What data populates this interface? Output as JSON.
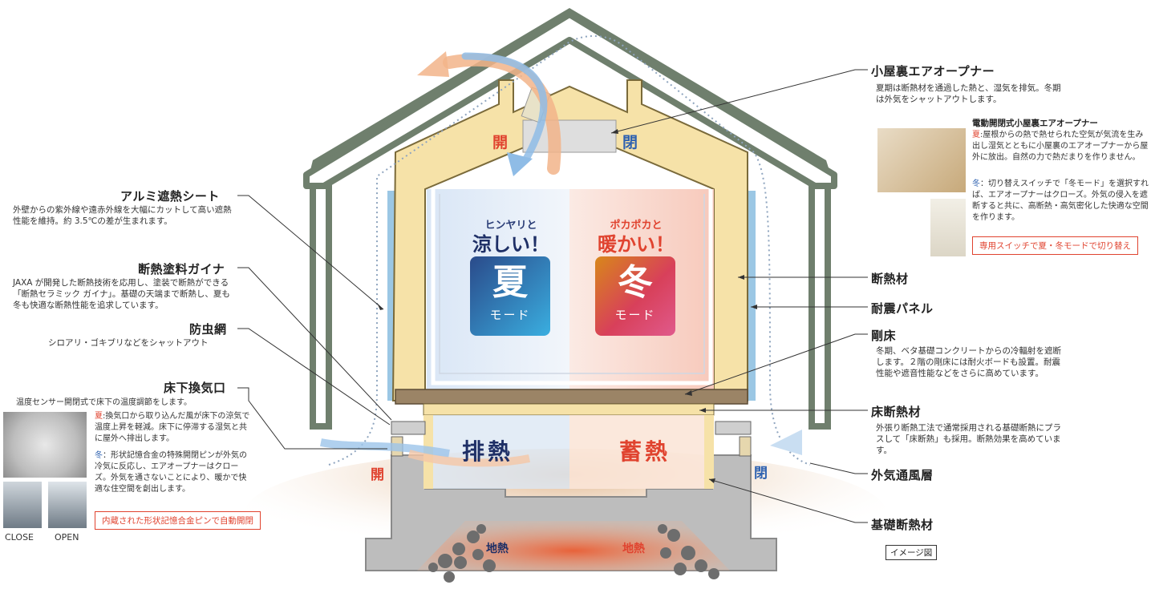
{
  "center": {
    "open_top": "開",
    "close_top": "閉",
    "open_bottom": "開",
    "close_bottom": "閉",
    "summer_lead": "ヒンヤリと",
    "summer_main": "涼しい！",
    "summer_card": "夏",
    "summer_card_sub": "モード",
    "winter_lead": "ポカポカと",
    "winter_main": "暖かい！",
    "winter_card": "冬",
    "winter_card_sub": "モード",
    "exhaust": "排熱",
    "store": "蓄熱",
    "geo_left": "地熱",
    "geo_right": "地熱",
    "image_label": "イメージ図"
  },
  "left": {
    "alumi_title": "アルミ遮熱シート",
    "alumi_desc": "外壁からの紫外線や遠赤外線を大幅にカットして高い遮熱性能を維持。約 3.5℃の差が生まれます。",
    "gaina_title": "断熱塗料ガイナ",
    "gaina_desc": "JAXA が開発した断熱技術を応用し、塗装で断熱ができる「断熱セラミック ガイナ」。基礎の天端まで断熱し、夏も冬も快適な断熱性能を追求しています。",
    "mesh_title": "防虫網",
    "mesh_desc": "シロアリ・ゴキブリなどをシャットアウト",
    "vent_title": "床下換気口",
    "vent_desc": "温度センサー開閉式で床下の温度調節をします。",
    "vent_summer_label": "夏",
    "vent_summer": ":換気口から取り込んだ風が床下の涼気で温度上昇を軽減。床下に停滞する湿気と共に屋外へ排出します。",
    "vent_winter_label": "冬",
    "vent_winter": "：形状記憶合金の特殊開閉ピンが外気の冷気に反応し、エアオープナーはクローズ。外気を通さないことにより、暖かで快適な住空間を創出します。",
    "vent_tag": "内蔵された形状記憶合金ピンで自動開閉",
    "close_label": "CLOSE",
    "open_label": "OPEN"
  },
  "right": {
    "attic_title": "小屋裏エアオープナー",
    "attic_desc": "夏期は断熱材を通過した熱と、湿気を排気。冬期は外気をシャットアウトします。",
    "electric_title": "電動開閉式小屋裏エアオープナー",
    "electric_summer_label": "夏",
    "electric_summer": ":屋根からの熱で熱せられた空気が気流を生み出し湿気とともに小屋裏のエアオープナーから屋外に放出。自然の力で熱だまりを作りません。",
    "electric_winter_label": "冬",
    "electric_winter": "：切り替えスイッチで「冬モード」を選択すれば、エアオープナーはクローズ。外気の侵入を遮断すると共に、高断熱・高気密化した快適な空間を作ります。",
    "electric_tag": "専用スイッチで夏・冬モードで切り替え",
    "insul_title": "断熱材",
    "panel_title": "耐震パネル",
    "floor_title": "剛床",
    "floor_desc": "冬期、ベタ基礎コンクリートからの冷輻射を遮断します。２階の剛床には耐火ボードも設置。耐震性能や遮音性能などをさらに高めています。",
    "floorins_title": "床断熱材",
    "floorins_desc": "外張り断熱工法で通常採用される基礎断熱にプラスして「床断熱」も採用。断熱効果を高めています。",
    "airlayer_title": "外気通風層",
    "base_title": "基礎断熱材"
  }
}
